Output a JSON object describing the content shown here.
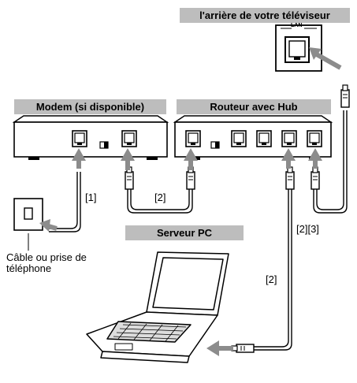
{
  "labels": {
    "tv_rear": "l'arrière de votre téléviseur",
    "modem": "Modem (si disponible)",
    "router": "Routeur avec Hub",
    "server": "Serveur PC",
    "lan": "LAN",
    "cable_1": "[1]",
    "cable_2_left": "[2]",
    "cable_2_pc": "[2]",
    "cable_23": "[2][3]",
    "phone_line1": "Câble ou prise de",
    "phone_line2": "téléphone"
  },
  "colors": {
    "label_bg": "#bdbdbd",
    "arrow": "#8c8c8c",
    "line": "#000000"
  }
}
